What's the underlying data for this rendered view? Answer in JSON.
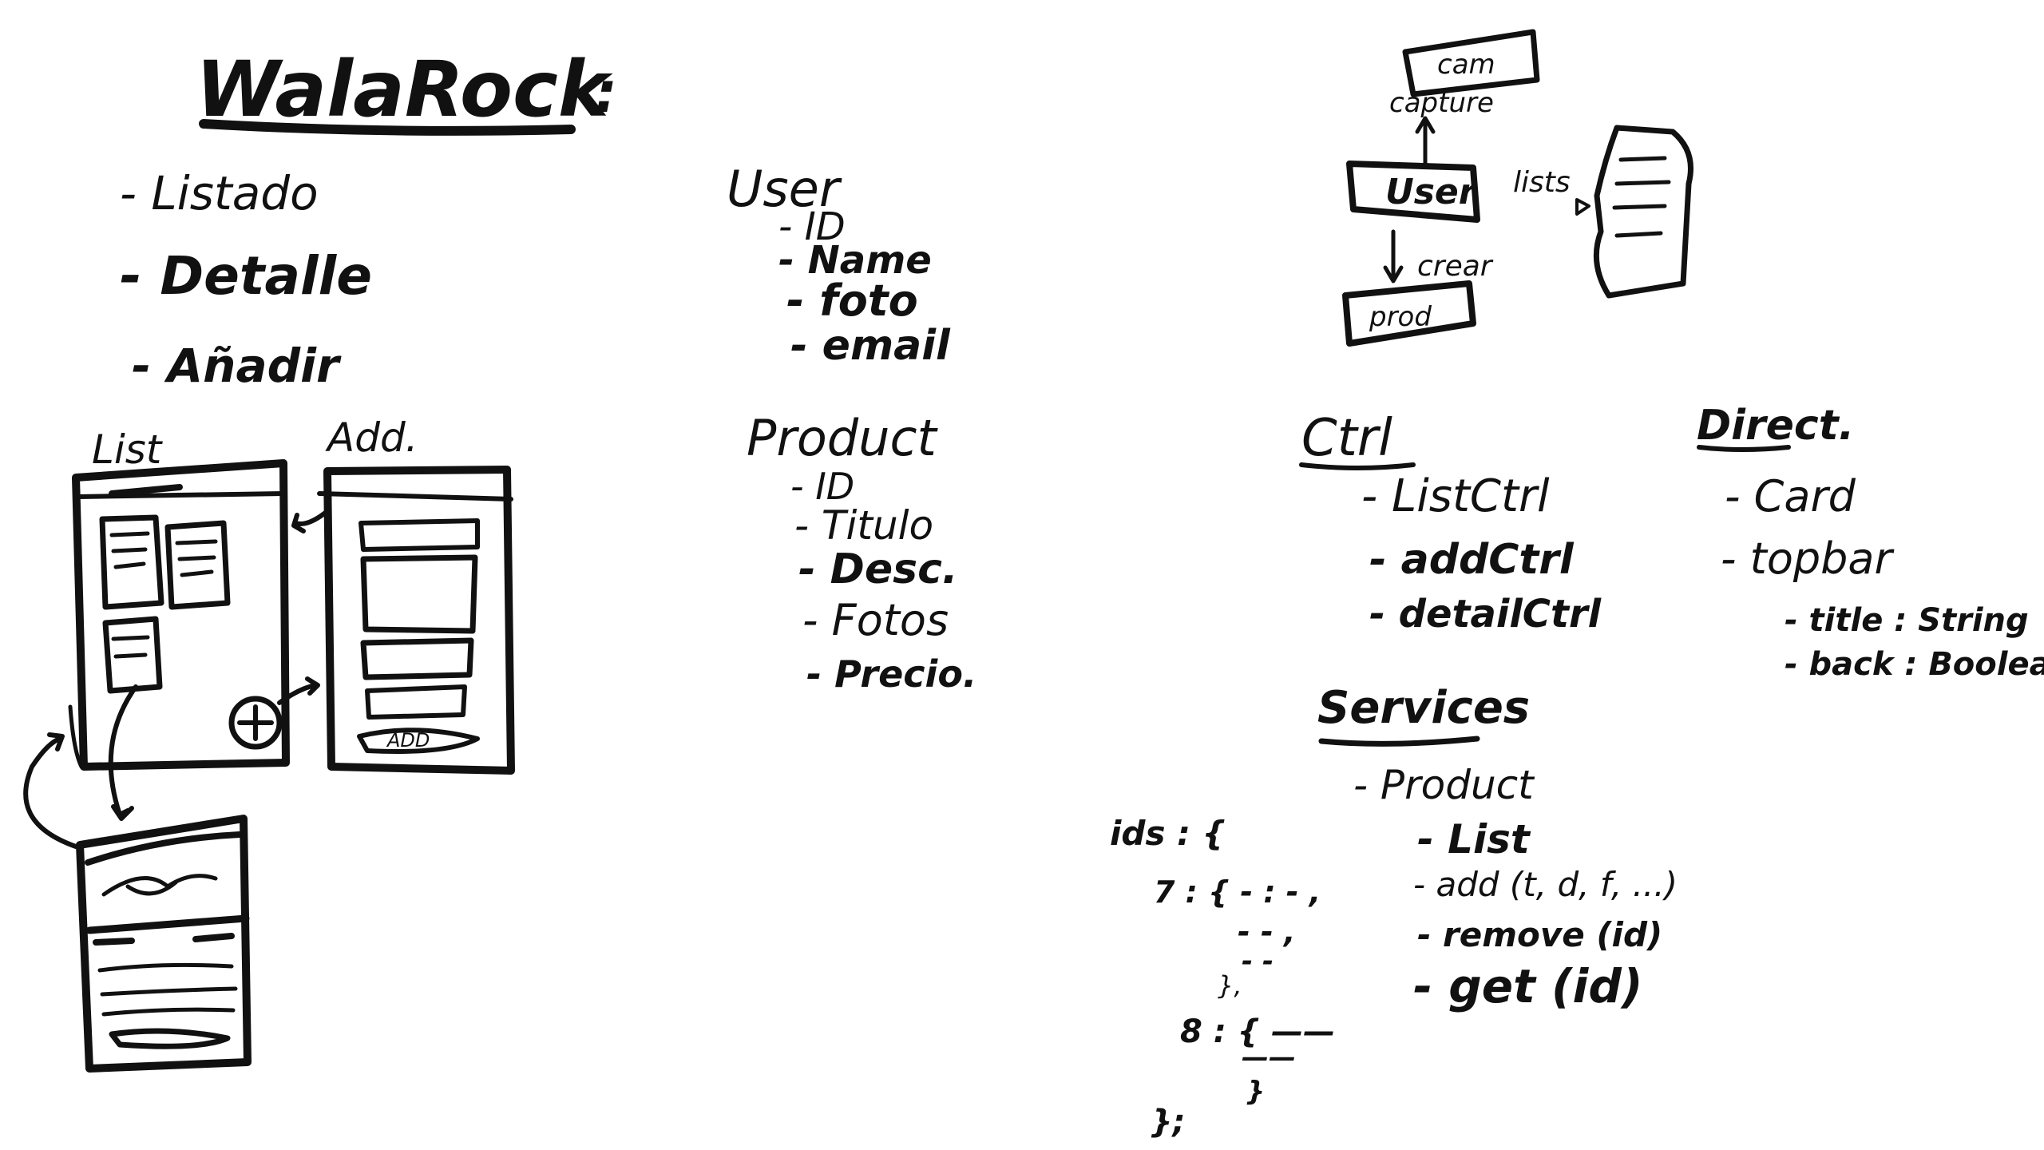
{
  "title": "WalaRock",
  "title_colon": ":",
  "features": [
    "- Listado",
    "- Detalle",
    "- Añadir"
  ],
  "wireframes": {
    "list_label": "List",
    "add_label": "Add.",
    "add_button_label": "ADD"
  },
  "user_model": {
    "heading": "User",
    "fields": [
      "- ID",
      "- Name",
      "- foto",
      "- email"
    ]
  },
  "product_model": {
    "heading": "Product",
    "fields": [
      "- ID",
      "- Titulo",
      "- Desc.",
      "- Fotos",
      "- Precio."
    ]
  },
  "flow_diagram": {
    "camera_label": "cam",
    "capture_label": "capture",
    "user_box": "User",
    "list_label": "lists",
    "create_label": "crear",
    "product_box": "prod"
  },
  "controllers": {
    "heading": "Ctrl",
    "items": [
      "- ListCtrl",
      "- addCtrl",
      "- detailCtrl"
    ]
  },
  "directives": {
    "heading": "Direct.",
    "items": [
      "- Card",
      "- topbar"
    ],
    "topbar_props": [
      "- title : String",
      "- back : Boolean"
    ]
  },
  "services": {
    "heading": "Services",
    "items": [
      "- Product"
    ],
    "product_methods": [
      "- List",
      "- add (t, d, f, ...)",
      "- remove (id)",
      "- get (id)"
    ]
  },
  "list_structure": {
    "lines": [
      "ids : {",
      "7 : { - : - ,",
      "- - ,",
      "- -",
      "},",
      "8 : { ——",
      "——",
      "}",
      "};"
    ]
  },
  "colors": {
    "ink": "#111111",
    "paper": "#ffffff"
  }
}
